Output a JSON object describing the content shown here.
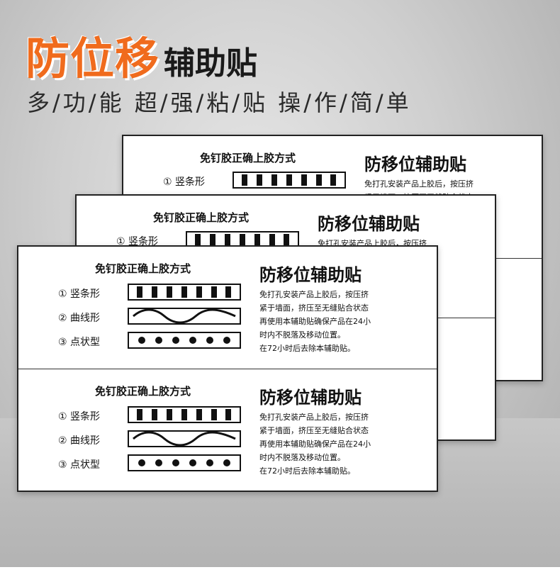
{
  "hero": {
    "title_big": "防位移",
    "title_small": "辅助贴",
    "subtitle": "多/功/能 超/强/粘/贴 操/作/简/单"
  },
  "label": {
    "left_title": "免钉胶正确上胶方式",
    "methods": [
      {
        "label": "① 竖条形",
        "pattern": "bars"
      },
      {
        "label": "② 曲线形",
        "pattern": "wave"
      },
      {
        "label": "③ 点状型",
        "pattern": "dots"
      }
    ],
    "right_title": "防移位辅助贴",
    "body_lines": [
      "免打孔安装产品上胶后，按压挤",
      "紧于墙面，挤压至无缝贴合状态",
      "再使用本辅助贴确保产品在24小",
      "时内不脱落及移动位置。",
      "在72小时后去除本辅助贴。"
    ]
  },
  "colors": {
    "accent": "#f06b1d",
    "ink": "#111111",
    "paper": "#ffffff"
  }
}
